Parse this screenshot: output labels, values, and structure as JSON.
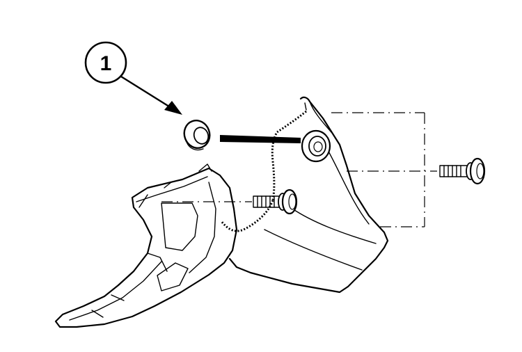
{
  "callout": {
    "number": "1",
    "refers_to": "grommet"
  },
  "parts": [
    "bracket-panel",
    "lower-brace",
    "grommet",
    "bolt-upper",
    "bolt-center",
    "bolt-right"
  ],
  "colors": {
    "ink": "#000000",
    "paper": "#ffffff"
  }
}
